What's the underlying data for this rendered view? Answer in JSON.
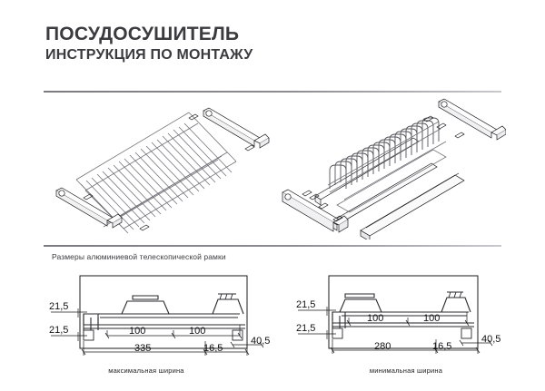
{
  "document": {
    "title": "ПОСУДОСУШИТЕЛЬ",
    "subtitle": "ИНСТРУКЦИЯ ПО МОНТАЖУ",
    "section_caption": "Размеры алюминиевой телескопической рамки"
  },
  "illustrations": [
    {
      "id": "dish-rack-assembly",
      "name": "Решетка посудосушителя с боковыми направляющими",
      "alt": "Изометрический чертеж проволочной решетки с двумя рамками и крепежными винтами"
    },
    {
      "id": "plate-rack-assembly",
      "name": "Тарелкодержатель с направляющими и поддоном",
      "alt": "Изометрический чертеж тарелкодержателя с вертикальными проволочными разделителями"
    }
  ],
  "drawings": [
    {
      "id": "max-width",
      "caption": "максимальная ширина",
      "dimensions": {
        "left_upper": "21,5",
        "left_lower": "21,5",
        "span_a": "100",
        "span_b": "100",
        "overall": "335",
        "offset": "16,5",
        "right": "40,5"
      }
    },
    {
      "id": "min-width",
      "caption": "минимальная ширина",
      "dimensions": {
        "left_upper": "21,5",
        "left_lower": "21,5",
        "span_a": "100",
        "span_b": "100",
        "overall": "280",
        "offset": "16,5",
        "right": "40,5"
      }
    }
  ],
  "colors": {
    "text": "#3b3b3f",
    "line": "#1b1b1e",
    "rule": "#8d8d92",
    "background": "#ffffff"
  }
}
